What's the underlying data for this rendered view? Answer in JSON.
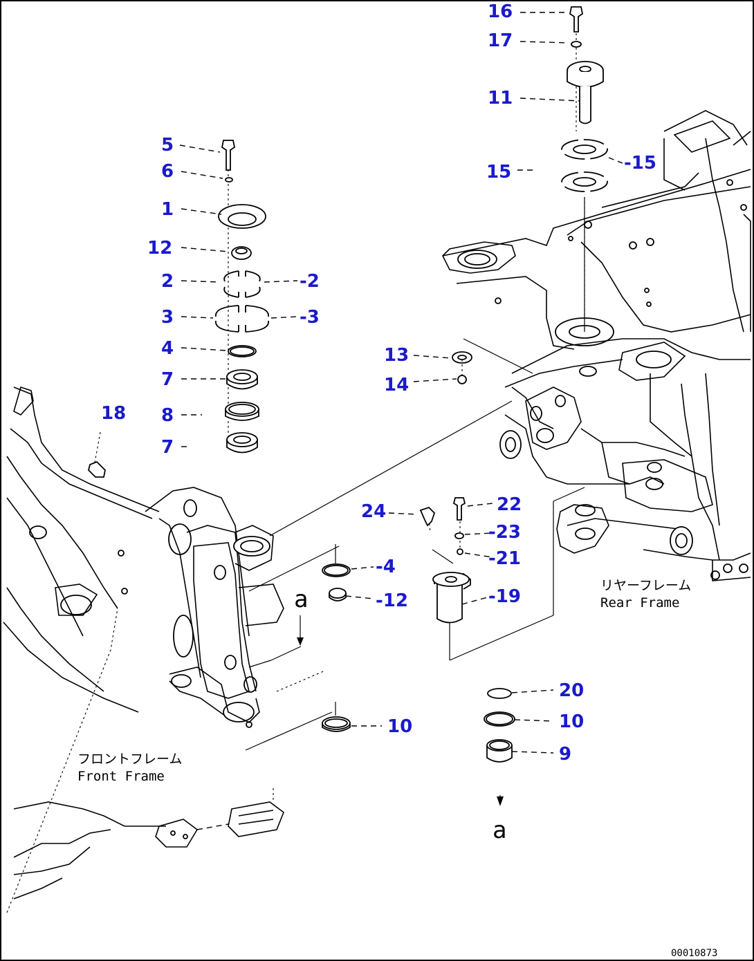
{
  "diagram": {
    "doc_code": "00010873",
    "front_frame": {
      "jp": "フロントフレーム",
      "en": "Front Frame"
    },
    "rear_frame": {
      "jp": "リヤーフレーム",
      "en": "Rear Frame"
    },
    "section_ref": "a",
    "callouts": {
      "c16": "16",
      "c17": "17",
      "c11": "11",
      "c15a": "15",
      "c15b": "-15",
      "c5": "5",
      "c6": "6",
      "c1": "1",
      "c12a": "12",
      "c2a": "2",
      "c2b": "-2",
      "c3a": "3",
      "c3b": "-3",
      "c4a": "4",
      "c7a": "7",
      "c8": "8",
      "c7b": "7",
      "c18": "18",
      "c13": "13",
      "c14": "14",
      "c24": "24",
      "c22": "22",
      "c23": "-23",
      "c21": "-21",
      "c19": "-19",
      "c4b": "-4",
      "c12b": "-12",
      "c10a": "10",
      "c20": "20",
      "c10b": "10",
      "c9": "9"
    }
  }
}
